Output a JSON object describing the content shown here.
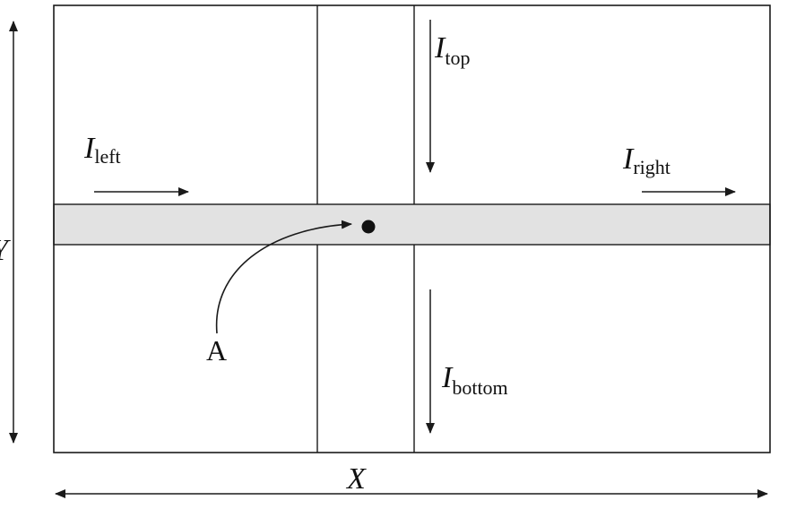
{
  "colors": {
    "line": "#1a1a1a",
    "strip": "#e2e2e2"
  },
  "labels": {
    "i_top": {
      "symbol": "I",
      "sub": "top"
    },
    "i_left": {
      "symbol": "I",
      "sub": "left"
    },
    "i_right": {
      "symbol": "I",
      "sub": "right"
    },
    "i_bottom": {
      "symbol": "I",
      "sub": "bottom"
    },
    "point_a": "A",
    "x_dim": "X",
    "y_dim": "Y"
  }
}
